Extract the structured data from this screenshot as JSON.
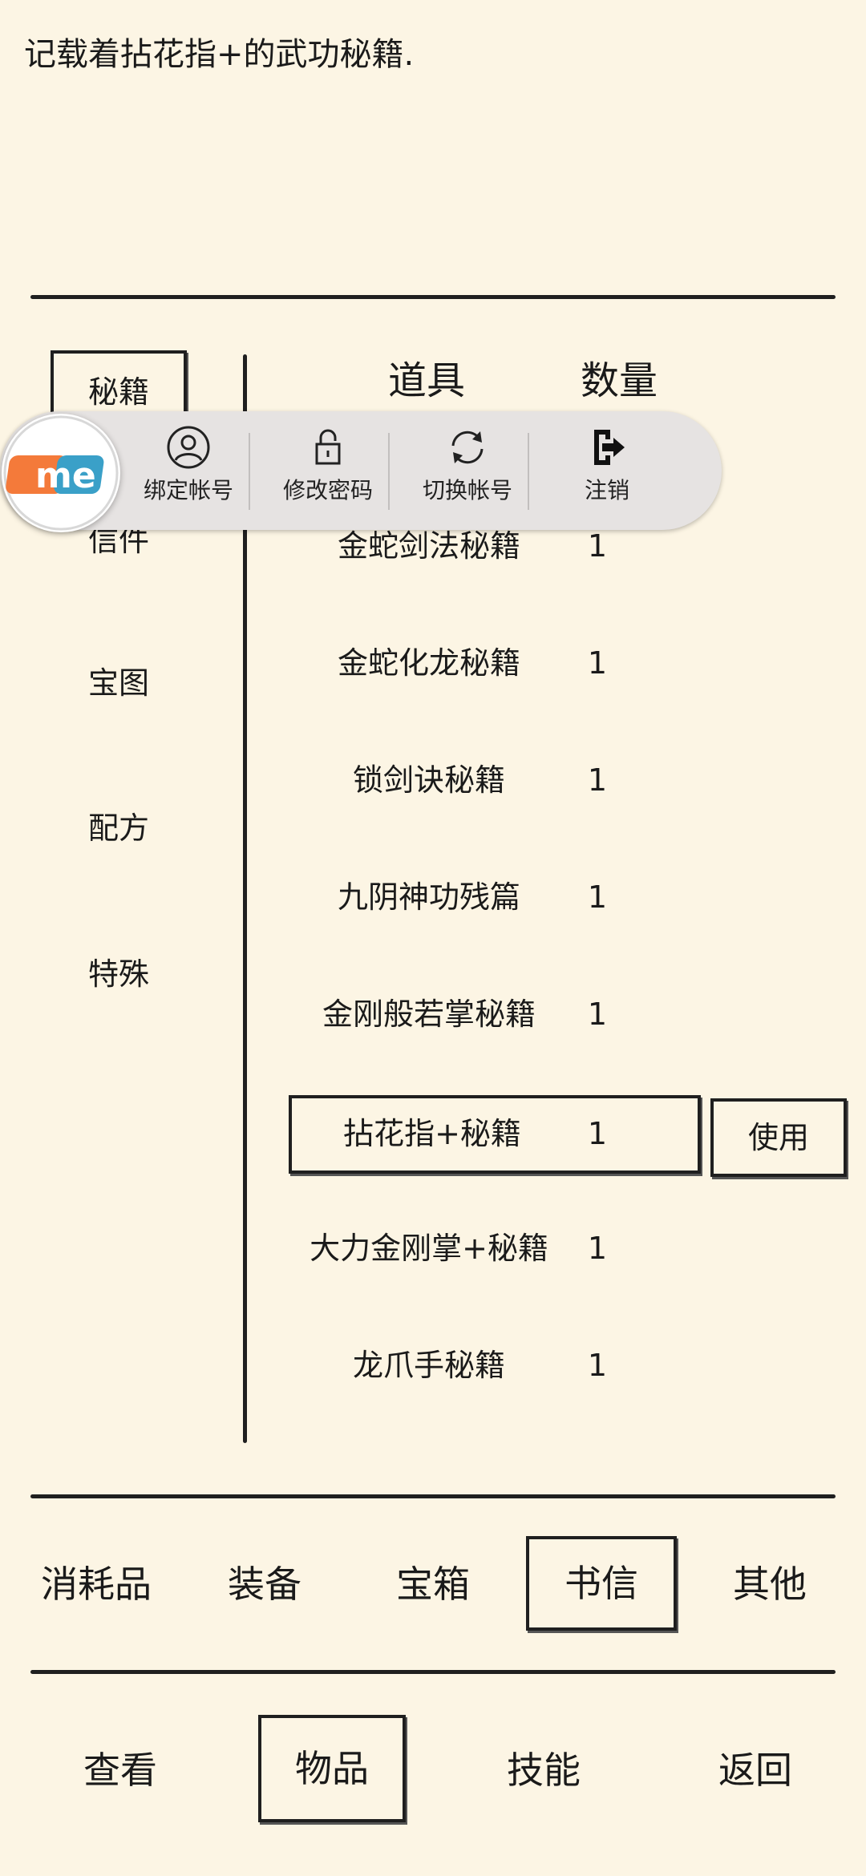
{
  "description": "记载着拈花指+的武功秘籍.",
  "categories": [
    {
      "label": "秘籍",
      "selected": true
    },
    {
      "label": "信件",
      "selected": false
    },
    {
      "label": "宝图",
      "selected": false
    },
    {
      "label": "配方",
      "selected": false
    },
    {
      "label": "特殊",
      "selected": false
    }
  ],
  "table": {
    "headers": [
      "道具",
      "数量"
    ],
    "rows": [
      {
        "name": "金蛇剑法秘籍",
        "qty": "1"
      },
      {
        "name": "金蛇化龙秘籍",
        "qty": "1"
      },
      {
        "name": "锁剑诀秘籍",
        "qty": "1"
      },
      {
        "name": "九阴神功残篇",
        "qty": "1"
      },
      {
        "name": "金刚般若掌秘籍",
        "qty": "1"
      },
      {
        "name": "拈花指+秘籍",
        "qty": "1",
        "selected": true
      },
      {
        "name": "大力金刚掌+秘籍",
        "qty": "1"
      },
      {
        "name": "龙爪手秘籍",
        "qty": "1"
      }
    ]
  },
  "use_button": "使用",
  "item_tabs": [
    {
      "label": "消耗品"
    },
    {
      "label": "装备"
    },
    {
      "label": "宝箱"
    },
    {
      "label": "书信",
      "selected": true
    },
    {
      "label": "其他"
    }
  ],
  "bottom_tabs": [
    {
      "label": "查看"
    },
    {
      "label": "物品",
      "selected": true
    },
    {
      "label": "技能"
    },
    {
      "label": "返回"
    }
  ],
  "overlay": {
    "logo": "me",
    "items": [
      {
        "label": "绑定帐号",
        "icon": "user-icon"
      },
      {
        "label": "修改密码",
        "icon": "lock-icon"
      },
      {
        "label": "切换帐号",
        "icon": "refresh-icon"
      },
      {
        "label": "注销",
        "icon": "logout-icon"
      }
    ]
  },
  "colors": {
    "background": "#fcf5e4",
    "ink": "#1f1f1f",
    "overlay": "#e6e3e2",
    "logo_orange": "#f47a3a",
    "logo_blue": "#3aa0c8"
  }
}
